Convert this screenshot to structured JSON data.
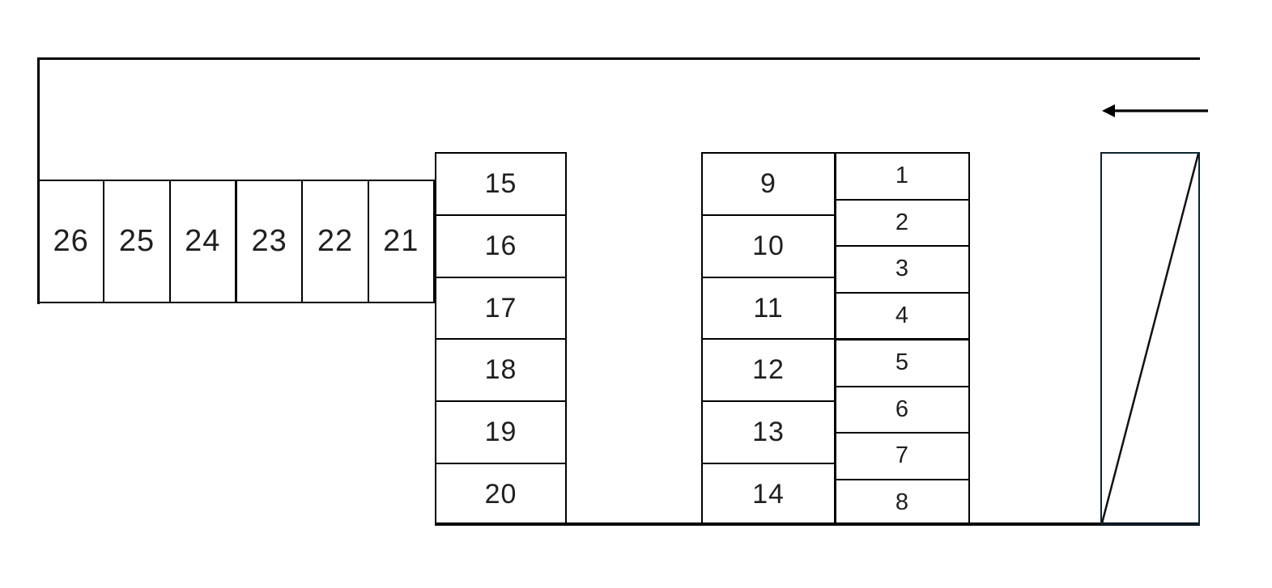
{
  "diagram": {
    "kind": "numbered parking layout",
    "row_top": {
      "labels": [
        "26",
        "25",
        "24",
        "23",
        "22",
        "21"
      ]
    },
    "column_a": {
      "labels": [
        "15",
        "16",
        "17",
        "18",
        "19",
        "20"
      ]
    },
    "column_b": {
      "labels": [
        "9",
        "10",
        "11",
        "12",
        "13",
        "14"
      ]
    },
    "column_c": {
      "labels": [
        "1",
        "2",
        "3",
        "4",
        "5",
        "6",
        "7",
        "8"
      ]
    },
    "icons": {
      "arrow": "left-arrow-icon",
      "ramp": "diagonal-ramp-icon"
    },
    "colors": {
      "line": "#000000",
      "ramp_border": "#0b2430",
      "text": "#1f1f1f",
      "background": "#ffffff"
    }
  }
}
